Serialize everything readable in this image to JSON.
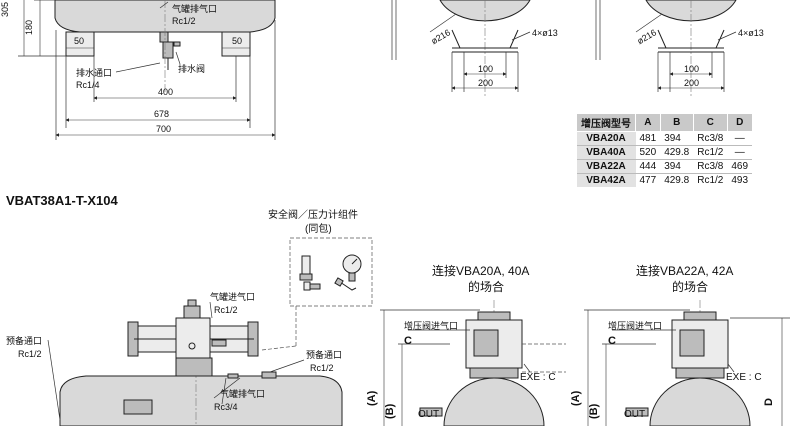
{
  "top_left": {
    "dims": [
      "305",
      "180",
      "50",
      "50",
      "400",
      "678",
      "700"
    ],
    "labels": {
      "exhaust_port": "气罐排气口",
      "exhaust_thread": "Rc1/2",
      "drain_port": "排水通口",
      "drain_thread": "Rc1/4",
      "drain_valve": "排水阀"
    }
  },
  "side_views": [
    {
      "dia": "ø216",
      "holes": "4×ø13",
      "inner": "100",
      "outer": "200"
    },
    {
      "dia": "ø216",
      "holes": "4×ø13",
      "inner": "100",
      "outer": "200"
    }
  ],
  "table": {
    "headers": [
      "增压阀型号",
      "A",
      "B",
      "C",
      "D"
    ],
    "rows": [
      [
        "VBA20A",
        "481",
        "394",
        "Rc3/8",
        "—"
      ],
      [
        "VBA40A",
        "520",
        "429.8",
        "Rc1/2",
        "—"
      ],
      [
        "VBA22A",
        "444",
        "394",
        "Rc3/8",
        "469"
      ],
      [
        "VBA42A",
        "477",
        "429.8",
        "Rc1/2",
        "493"
      ]
    ]
  },
  "section": {
    "title": "VBAT38A1-T-X104",
    "kit_title_1": "安全阀／压力计组件",
    "kit_title_2": "(同包)",
    "labels": {
      "tank_inlet": "气罐进气口",
      "tank_inlet_thread": "Rc1/2",
      "spare_port_left": "预备通口",
      "spare_port_left_thread": "Rc1/2",
      "spare_port_right": "预备通口",
      "spare_port_right_thread": "Rc1/2",
      "tank_exhaust": "气罐排气口",
      "tank_exhaust_thread": "Rc3/4"
    }
  },
  "connect_views": [
    {
      "title_1": "连接VBA20A, 40A",
      "title_2": "的场合",
      "inlet": "增压阀进气口",
      "c": "C",
      "exe": "EXE : C",
      "out": "OUT",
      "a": "(A)",
      "b": "(B)"
    },
    {
      "title_1": "连接VBA22A, 42A",
      "title_2": "的场合",
      "inlet": "增压阀进气口",
      "c": "C",
      "exe": "EXE : C",
      "out": "OUT",
      "a": "(A)",
      "b": "(B)",
      "d": "D"
    }
  ]
}
